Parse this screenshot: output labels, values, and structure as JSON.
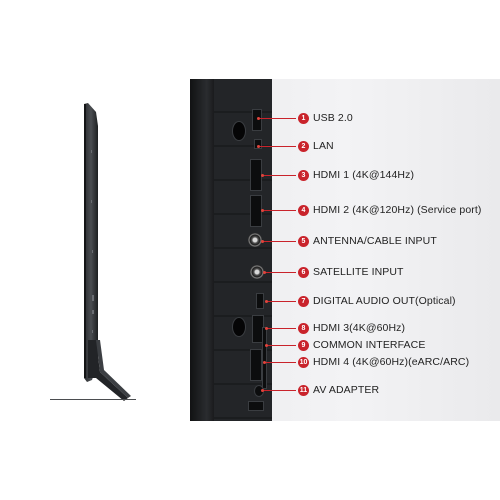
{
  "ports": [
    {
      "num": "1",
      "label": "USB 2.0"
    },
    {
      "num": "2",
      "label": "LAN"
    },
    {
      "num": "3",
      "label": "HDMI 1 (4K@144Hz)"
    },
    {
      "num": "4",
      "label": "HDMI 2 (4K@120Hz) (Service port)"
    },
    {
      "num": "5",
      "label": "ANTENNA/CABLE INPUT"
    },
    {
      "num": "6",
      "label": "SATELLITE INPUT"
    },
    {
      "num": "7",
      "label": "DIGITAL AUDIO OUT(Optical)"
    },
    {
      "num": "8",
      "label": "HDMI 3(4K@60Hz)"
    },
    {
      "num": "9",
      "label": "COMMON INTERFACE"
    },
    {
      "num": "10",
      "label": "HDMI 4 (4K@60Hz)(eARC/ARC)"
    },
    {
      "num": "11",
      "label": "AV ADAPTER"
    }
  ],
  "colors": {
    "accent": "#c9232b",
    "panel": "#1e2022"
  }
}
